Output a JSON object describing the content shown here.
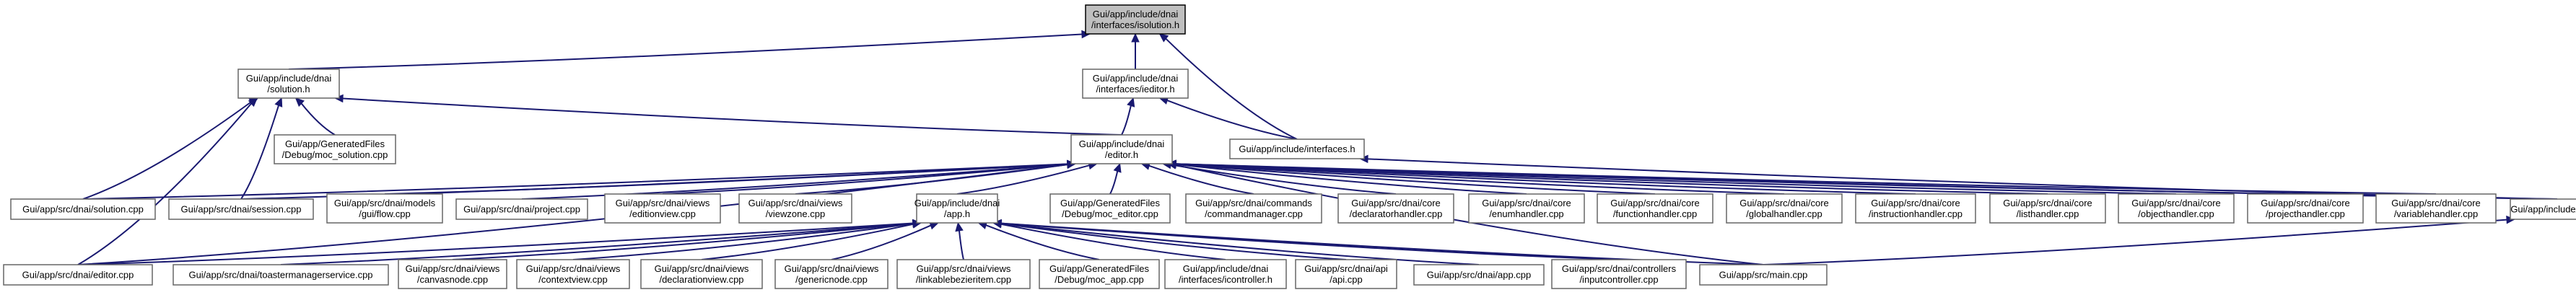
{
  "diagram": {
    "root": "Gui/app/include/dnai\n/interfaces/isolution.h",
    "nodes": {
      "isolution_h": "Gui/app/include/dnai\n/interfaces/isolution.h",
      "solution_h": "Gui/app/include/dnai\n/solution.h",
      "ieditor_h": "Gui/app/include/dnai\n/interfaces/ieditor.h",
      "moc_solution": "Gui/app/GeneratedFiles\n/Debug/moc_solution.cpp",
      "editor_h": "Gui/app/include/dnai\n/editor.h",
      "interfaces_h": "Gui/app/include/interfaces.h",
      "solution_cpp": "Gui/app/src/dnai/solution.cpp",
      "session_cpp": "Gui/app/src/dnai/session.cpp",
      "guiflow": "Gui/app/src/dnai/models\n/gui/flow.cpp",
      "project_cpp": "Gui/app/src/dnai/project.cpp",
      "editionview": "Gui/app/src/dnai/views\n/editionview.cpp",
      "viewzone": "Gui/app/src/dnai/views\n/viewzone.cpp",
      "app_h": "Gui/app/include/dnai\n/app.h",
      "moc_editor": "Gui/app/GeneratedFiles\n/Debug/moc_editor.cpp",
      "commandmanager": "Gui/app/src/dnai/commands\n/commandmanager.cpp",
      "declaratorhandler": "Gui/app/src/dnai/core\n/declaratorhandler.cpp",
      "enumhandler": "Gui/app/src/dnai/core\n/enumhandler.cpp",
      "functionhandler": "Gui/app/src/dnai/core\n/functionhandler.cpp",
      "globalhandler": "Gui/app/src/dnai/core\n/globalhandler.cpp",
      "instructionhandler": "Gui/app/src/dnai/core\n/instructionhandler.cpp",
      "listhandler": "Gui/app/src/dnai/core\n/listhandler.cpp",
      "objecthandler": "Gui/app/src/dnai/core\n/objecthandler.cpp",
      "projecthandler": "Gui/app/src/dnai/core\n/projecthandler.cpp",
      "variablehandler": "Gui/app/src/dnai/core\n/variablehandler.cpp",
      "dnai_h": "Gui/app/include/dnai.h",
      "editor_cpp": "Gui/app/src/dnai/editor.cpp",
      "toaster": "Gui/app/src/dnai/toastermanagerservice.cpp",
      "canvasnode": "Gui/app/src/dnai/views\n/canvasnode.cpp",
      "contextview": "Gui/app/src/dnai/views\n/contextview.cpp",
      "declarationview": "Gui/app/src/dnai/views\n/declarationview.cpp",
      "genericnode": "Gui/app/src/dnai/views\n/genericnode.cpp",
      "linkablebezier": "Gui/app/src/dnai/views\n/linkablebezieritem.cpp",
      "moc_app": "Gui/app/GeneratedFiles\n/Debug/moc_app.cpp",
      "icontroller": "Gui/app/include/dnai\n/interfaces/icontroller.h",
      "api_cpp": "Gui/app/src/dnai/api\n/api.cpp",
      "app_cpp": "Gui/app/src/dnai/app.cpp",
      "inputcontroller": "Gui/app/src/dnai/controllers\n/inputcontroller.cpp",
      "main_cpp": "Gui/app/src/main.cpp"
    }
  }
}
